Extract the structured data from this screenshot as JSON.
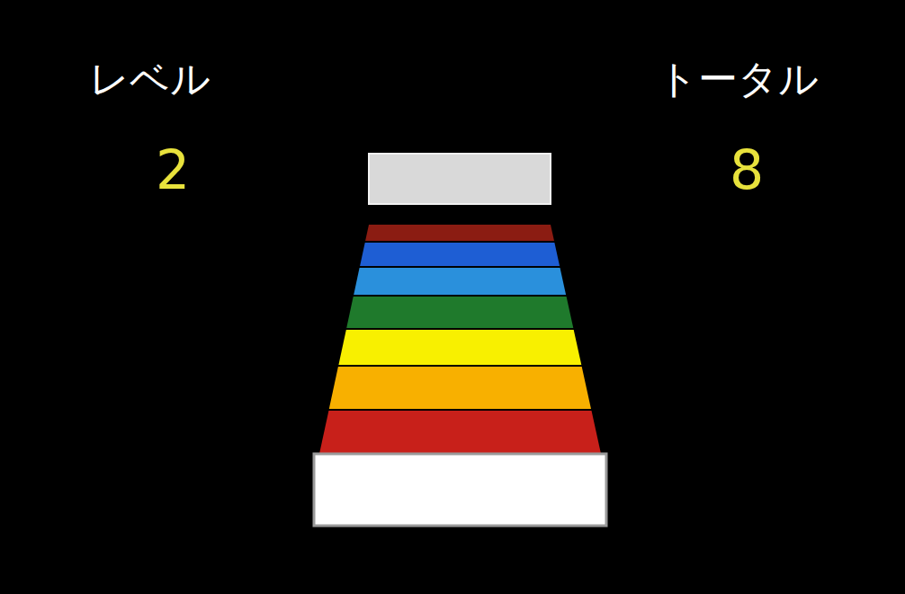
{
  "diagram": {
    "labels": [
      "レベル",
      "2",
      "トータル",
      "8"
    ]
  }
}
